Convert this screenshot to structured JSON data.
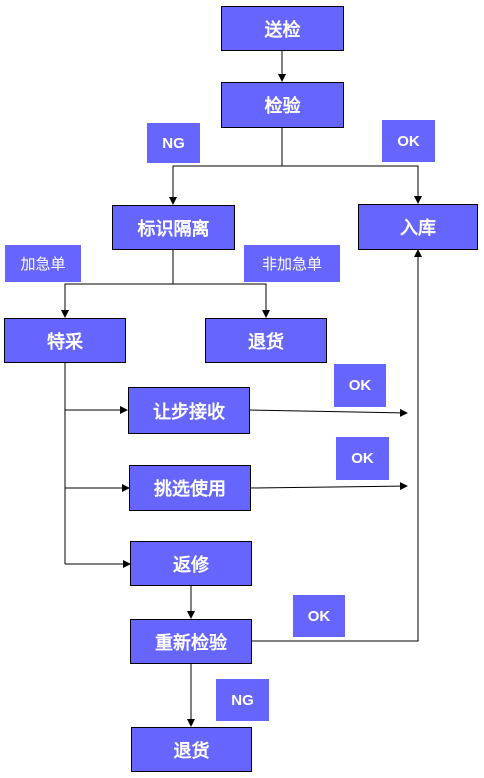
{
  "nodes": {
    "submit_inspection": "送检",
    "inspection": "检验",
    "mark_isolate": "标识隔离",
    "warehouse": "入库",
    "special_purchase": "特采",
    "return_goods_1": "退货",
    "concession_accept": "让步接收",
    "sort_use": "挑选使用",
    "rework": "返修",
    "reinspection": "重新检验",
    "return_goods_2": "退货"
  },
  "labels": {
    "ng_1": "NG",
    "ok_1": "OK",
    "urgent": "加急单",
    "non_urgent": "非加急单",
    "ok_2": "OK",
    "ok_3": "OK",
    "ok_4": "OK",
    "ng_2": "NG"
  },
  "colors": {
    "box_fill": "#6666ff",
    "text": "#ffffff",
    "line": "#000000"
  }
}
